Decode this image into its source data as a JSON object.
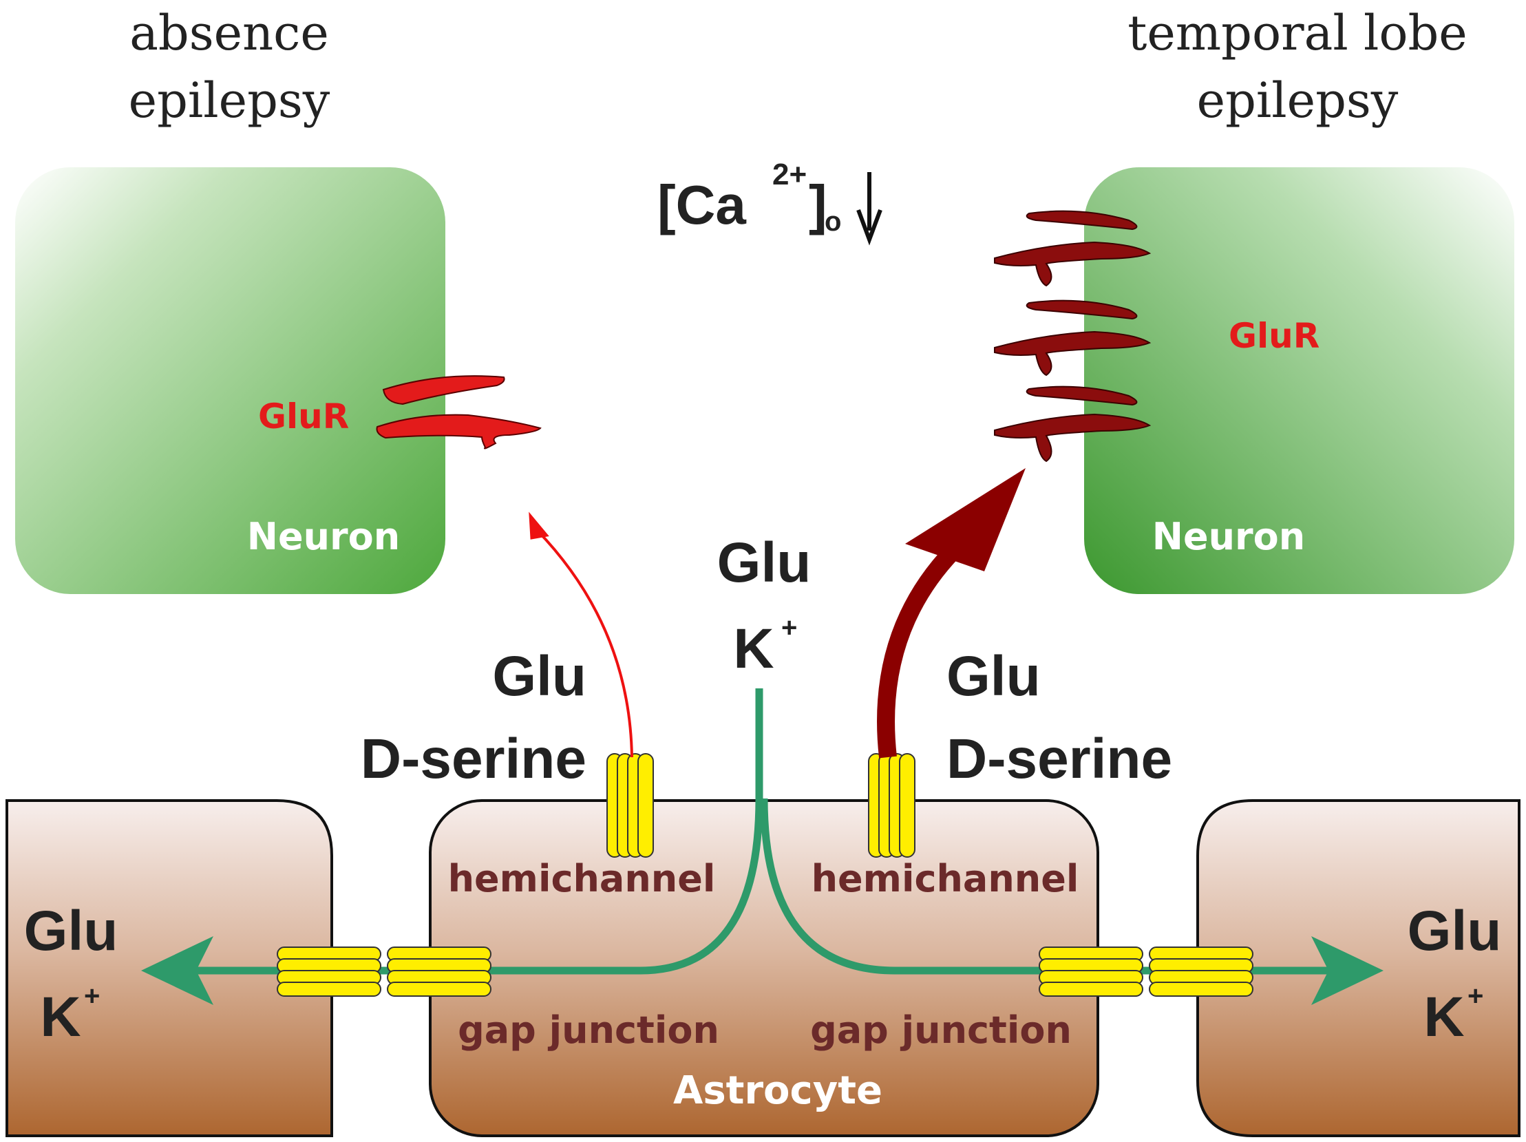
{
  "titles": {
    "left": [
      "absence",
      "epilepsy"
    ],
    "right": [
      "temporal lobe",
      "epilepsy"
    ]
  },
  "calcium": {
    "bracket_open": "[Ca",
    "superscript": "2+",
    "bracket_close": "]",
    "subscript": "o",
    "arrow": "↓"
  },
  "neurons": {
    "left": {
      "label": "Neuron",
      "receptor_label": "GluR"
    },
    "right": {
      "label": "Neuron",
      "receptor_label": "GluR"
    }
  },
  "astrocyte": {
    "label": "Astrocyte",
    "hemichannel_left": "hemichannel",
    "hemichannel_right": "hemichannel",
    "gap_junction_left": "gap junction",
    "gap_junction_right": "gap junction"
  },
  "release": {
    "left": [
      "Glu",
      "D-serine"
    ],
    "right": [
      "Glu",
      "D-serine"
    ],
    "center": {
      "glu": "Glu",
      "k": "K",
      "k_sup": "+"
    }
  },
  "neighbors": {
    "left": {
      "glu": "Glu",
      "k": "K",
      "k_sup": "+"
    },
    "right": {
      "glu": "Glu",
      "k": "K",
      "k_sup": "+"
    }
  },
  "colors": {
    "neuron_green_dark": "#3f9a32",
    "neuron_green_light": "#e9f4e4",
    "astro_top": "#f6ecea",
    "astro_bottom": "#b06a32",
    "channel_yellow": "#ffee00",
    "path_green": "#2e9a6a",
    "arrow_red": "#ee1111",
    "arrow_darkred": "#8b0000",
    "gluR_red": "#dd2020",
    "gluR_darkred": "#8b0d0d",
    "label_brown": "#6b2a2a"
  }
}
